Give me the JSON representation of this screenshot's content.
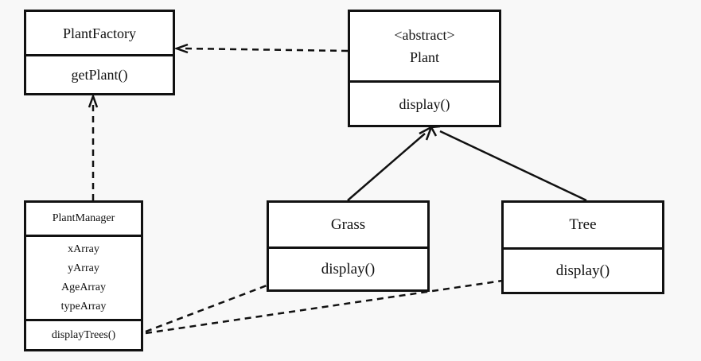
{
  "plant_factory": {
    "name": "PlantFactory",
    "methods": [
      "getPlant()"
    ]
  },
  "plant": {
    "stereotype": "<abstract>",
    "name": "Plant",
    "methods": [
      "display()"
    ]
  },
  "plant_manager": {
    "name": "PlantManager",
    "attributes": [
      "xArray",
      "yArray",
      "AgeArray",
      "typeArray"
    ],
    "methods": [
      "displayTrees()"
    ]
  },
  "grass": {
    "name": "Grass",
    "methods": [
      "display()"
    ]
  },
  "tree": {
    "name": "Tree",
    "methods": [
      "display()"
    ]
  }
}
